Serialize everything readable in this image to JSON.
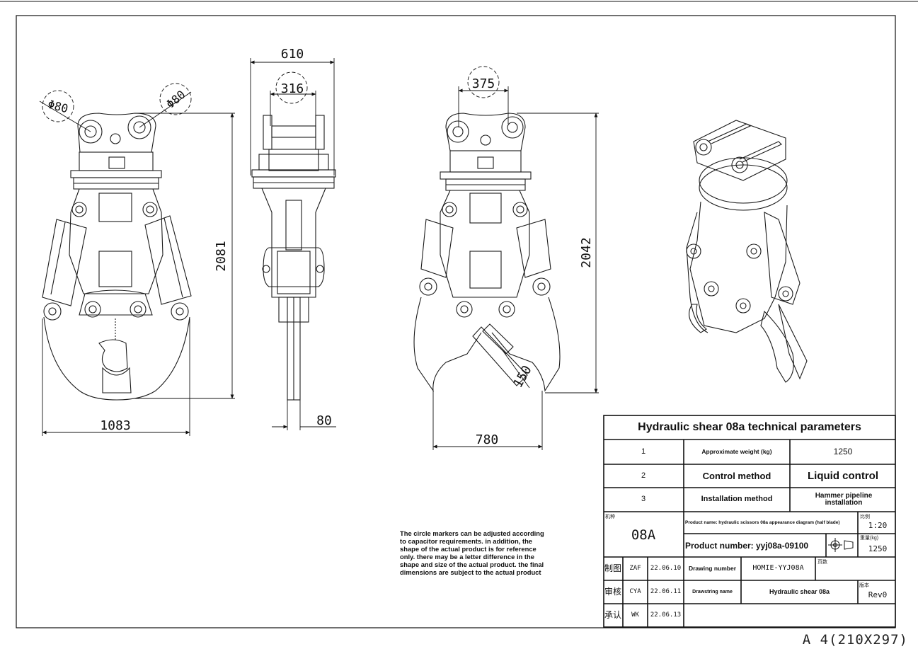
{
  "dimensions": {
    "front_pin_dia_left": "Φ80",
    "front_pin_dia_right": "Φ80",
    "front_height": "2081",
    "front_width": "1083",
    "side_width": "610",
    "side_pin_spacing": "316",
    "side_blade_thickness": "80",
    "open_pin_spacing": "375",
    "open_height": "2042",
    "open_width": "780",
    "blade_offset": "150"
  },
  "note": "The circle markers can be adjusted according to capacitor requirements. in addition, the shape of the actual product is for reference only. there may be a letter difference in the shape and size of the actual product. the final dimensions are subject to the actual product",
  "title_block": {
    "title": "Hydraulic shear 08a technical parameters",
    "params": [
      {
        "no": "1",
        "name": "Approximate weight (kg)",
        "value": "1250"
      },
      {
        "no": "2",
        "name": "Control method",
        "value": "Liquid control"
      },
      {
        "no": "3",
        "name": "Installation method",
        "value": "Hammer pipeline installation"
      }
    ],
    "model_label": "机种",
    "model": "08A",
    "product_name": "Product name: hydraulic scissors 08a appearance diagram (half blade)",
    "product_number": "Product number: yyj08a-09100",
    "scale_label": "比例",
    "scale": "1:20",
    "weight_label": "重量(kg)",
    "weight": "1250",
    "drawn_label": "制图",
    "drawn_by": "ZAF",
    "drawn_date": "22.06.10",
    "checked_label": "审核",
    "checked_by": "CYA",
    "checked_date": "22.06.11",
    "approved_label": "承认",
    "approved_by": "WK",
    "approved_date": "22.06.13",
    "drawing_number_label": "Drawing number",
    "drawing_number": "HOMIE-YYJ08A",
    "pages_label": "页数",
    "drawstring_label": "Drawstring name",
    "drawstring": "Hydraulic shear 08a",
    "version_label": "版本",
    "version": "Rev0"
  },
  "paper_size": "A 4(210X297)"
}
